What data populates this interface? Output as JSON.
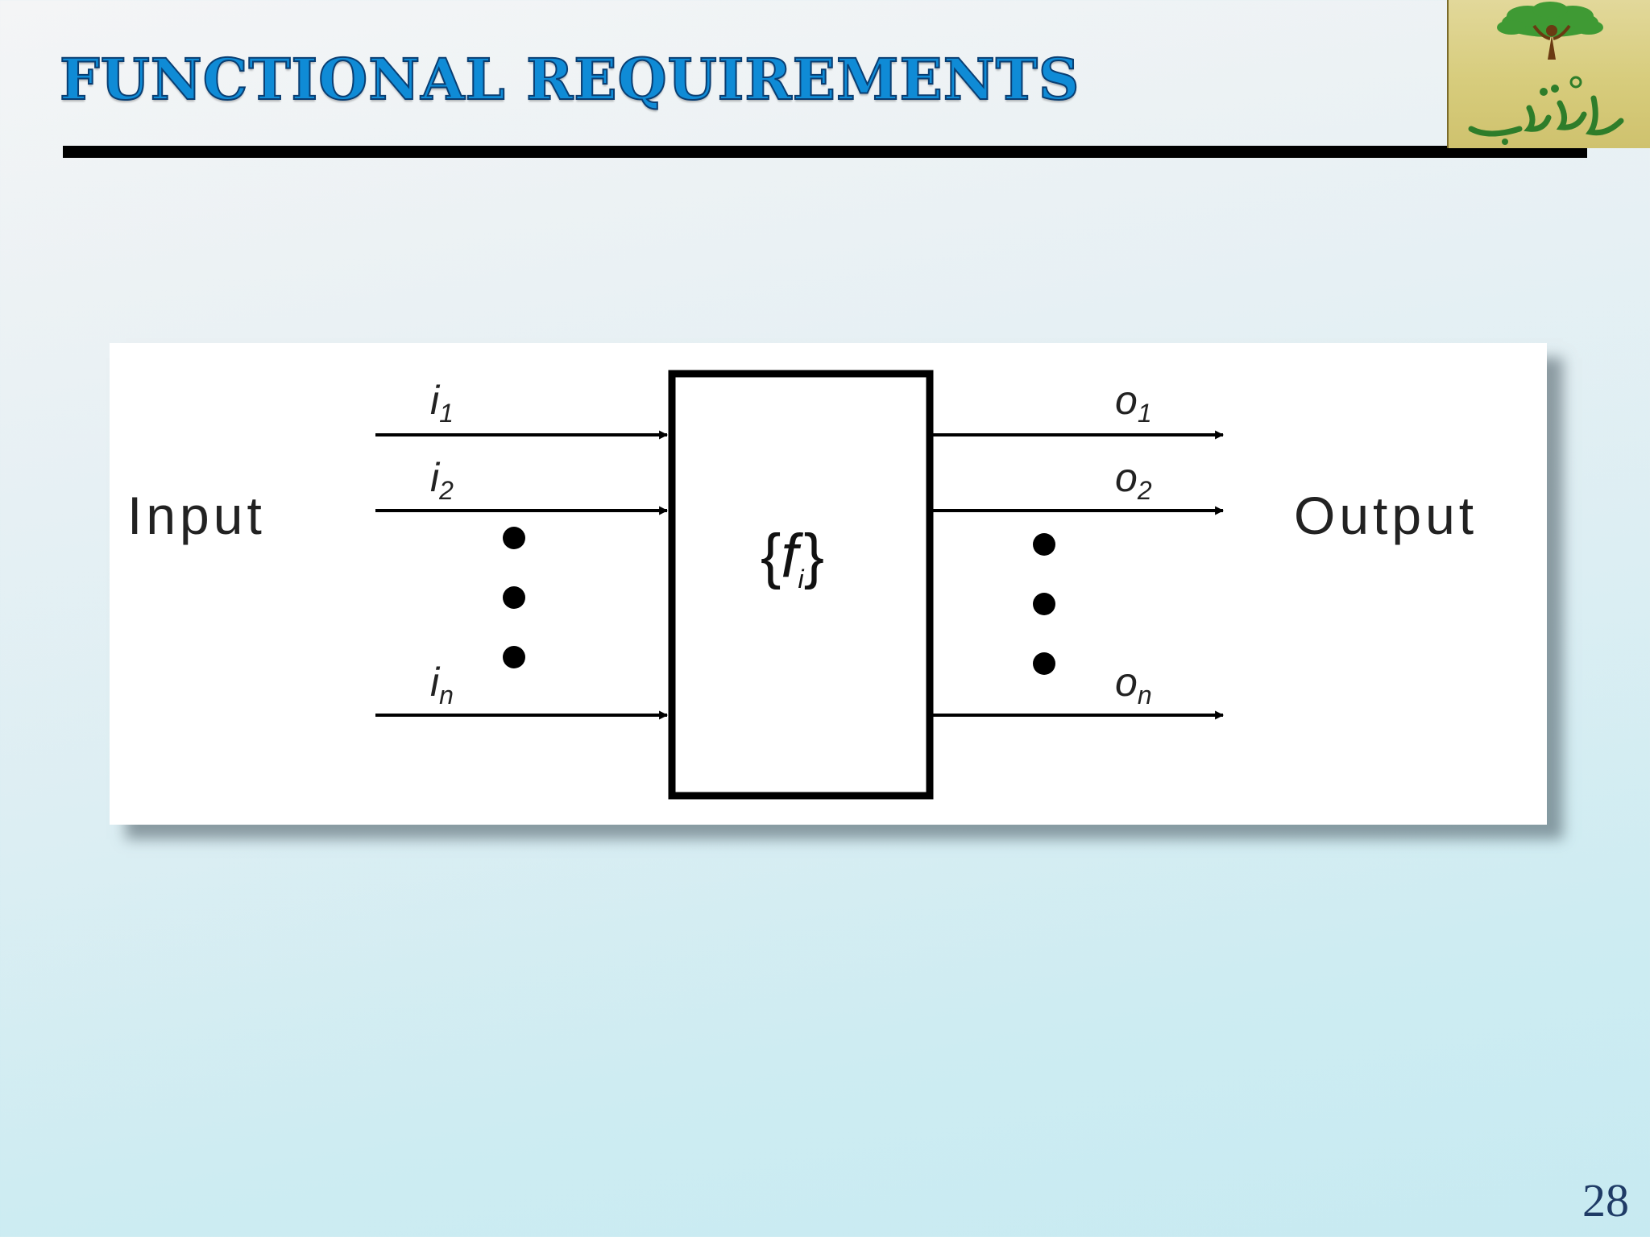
{
  "slide": {
    "title": "FUNCTIONAL REQUIREMENTS",
    "page_number": "28"
  },
  "diagram": {
    "input_label": "Input",
    "output_label": "Output",
    "function_label": {
      "open_brace": "{",
      "symbol": "f",
      "subscript": "i",
      "close_brace": "}"
    },
    "inputs": [
      {
        "symbol": "i",
        "subscript": "1"
      },
      {
        "symbol": "i",
        "subscript": "2"
      },
      {
        "symbol": "i",
        "subscript": "n"
      }
    ],
    "outputs": [
      {
        "symbol": "o",
        "subscript": "1"
      },
      {
        "symbol": "o",
        "subscript": "2"
      },
      {
        "symbol": "o",
        "subscript": "n"
      }
    ]
  },
  "logo": {
    "icon": "tree-person-logo"
  },
  "colors": {
    "title_fill": "#0f8bd6",
    "title_outline": "#0a3e72",
    "logo_background": "#d7cc7c",
    "logo_green": "#2f8a2f",
    "page_number": "#1f3b66"
  }
}
